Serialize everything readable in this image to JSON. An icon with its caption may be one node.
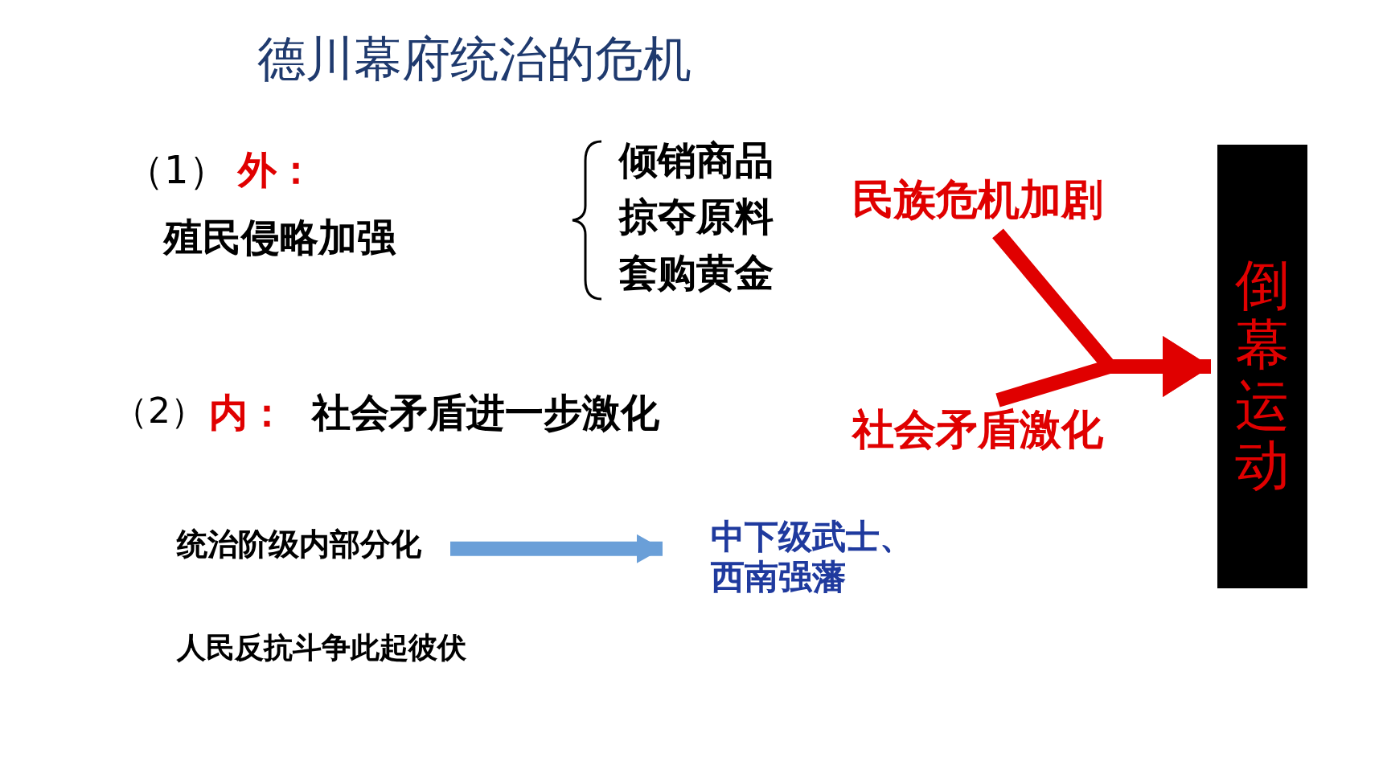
{
  "diagram": {
    "title": "德川幕府统治的危机",
    "nodes": [
      {
        "text": [
          "民族危机加剧"
        ]
      },
      {
        "text": [
          "社会矛盾激化"
        ]
      },
      {
        "text": [
          "倒幕运动"
        ]
      },
      {
        "text": [
          "统治阶级内部分化"
        ]
      },
      {
        "text": [
          "中下级武士、西南强藩"
        ]
      }
    ],
    "edges": [
      {
        "from": 0,
        "to": 2,
        "arrow": "to"
      },
      {
        "from": 1,
        "to": 2,
        "arrow": "to"
      },
      {
        "from": 3,
        "to": 4,
        "arrow": "to",
        "color": "#6a9fd8"
      }
    ],
    "labels": [
      "（1）",
      "外：",
      "殖民侵略加强",
      "倾销商品",
      "掠夺原料",
      "套购黄金",
      "（2）",
      "内：",
      "社会矛盾进一步激化",
      "人民反抗斗争此起彼伏"
    ]
  }
}
